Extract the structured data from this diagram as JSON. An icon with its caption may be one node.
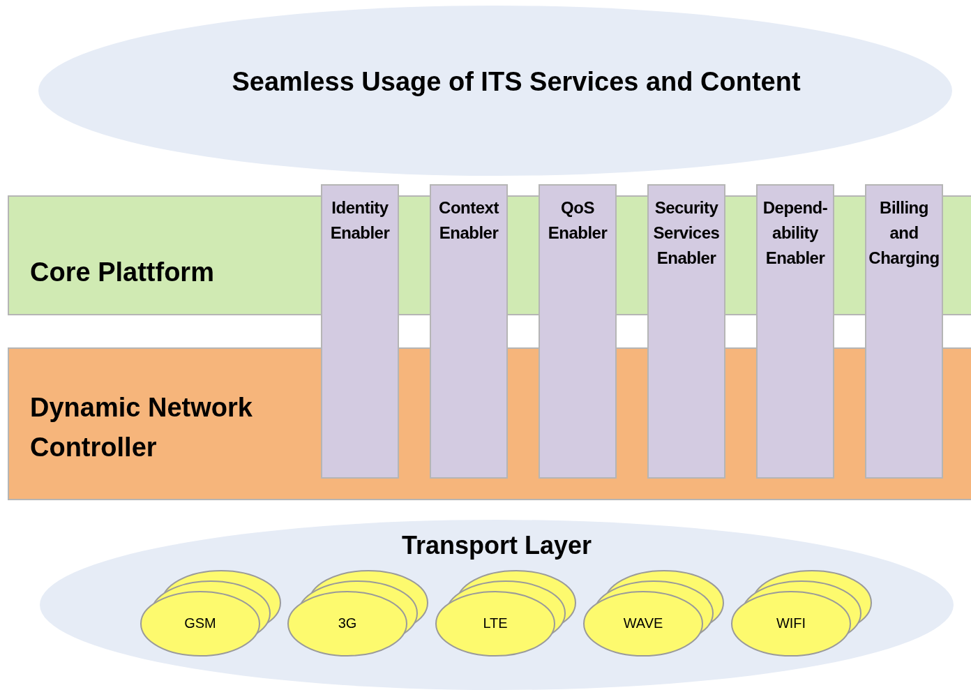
{
  "diagram": {
    "nodes": [
      {
        "text": [
          "Seamless Usage of ITS Services and Content"
        ]
      },
      {
        "text": [
          "Core Plattform"
        ]
      },
      {
        "text": [
          "Dynamic Network Controller"
        ]
      },
      {
        "text": [
          "Identity Enabler"
        ]
      },
      {
        "text": [
          "Context Enabler"
        ]
      },
      {
        "text": [
          "QoS Enabler"
        ]
      },
      {
        "text": [
          "Security Services Enabler"
        ]
      },
      {
        "text": [
          "Depend- ability Enabler"
        ]
      },
      {
        "text": [
          "Billing and Charging"
        ]
      },
      {
        "text": [
          "Transport Layer"
        ]
      },
      {
        "text": [
          "GSM"
        ],
        "in": 9
      },
      {
        "text": [
          "3G"
        ],
        "in": 9
      },
      {
        "text": [
          "LTE"
        ],
        "in": 9
      },
      {
        "text": [
          "WAVE"
        ],
        "in": 9
      },
      {
        "text": [
          "WIFI"
        ],
        "in": 9
      }
    ]
  }
}
